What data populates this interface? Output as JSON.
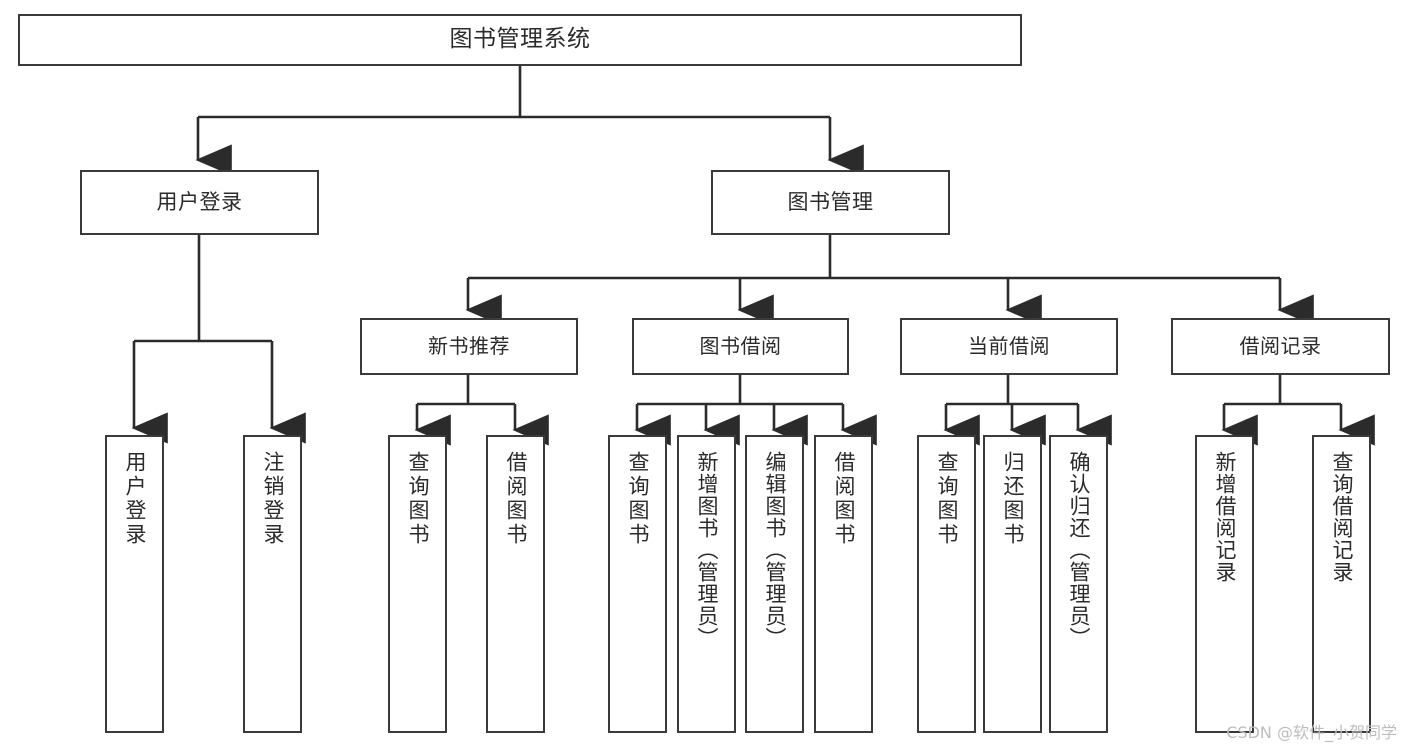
{
  "diagram": {
    "title": "图书管理系统",
    "type": "tree",
    "background_color": "#ffffff",
    "box_border_color": "#3a3a3a",
    "text_color": "#2b2b2b",
    "connector_color": "#2b2b2b"
  },
  "root": {
    "label": "图书管理系统"
  },
  "level1": [
    {
      "label": "用户登录"
    },
    {
      "label": "图书管理"
    }
  ],
  "level2": [
    {
      "label": "新书推荐"
    },
    {
      "label": "图书借阅"
    },
    {
      "label": "当前借阅"
    },
    {
      "label": "借阅记录"
    }
  ],
  "leaves": {
    "user_login": [
      {
        "label": "用户登录"
      },
      {
        "label": "注销登录"
      }
    ],
    "new_book_recommend": [
      {
        "label": "查询图书"
      },
      {
        "label": "借阅图书"
      }
    ],
    "book_borrow": [
      {
        "label": "查询图书"
      },
      {
        "label": "新增图书（管理员）"
      },
      {
        "label": "编辑图书（管理员）"
      },
      {
        "label": "借阅图书"
      }
    ],
    "current_borrow": [
      {
        "label": "查询图书"
      },
      {
        "label": "归还图书"
      },
      {
        "label": "确认归还（管理员）"
      }
    ],
    "borrow_record": [
      {
        "label": "新增借阅记录"
      },
      {
        "label": "查询借阅记录"
      }
    ]
  },
  "watermark": {
    "text": "CSDN @软件_小贺同学"
  }
}
